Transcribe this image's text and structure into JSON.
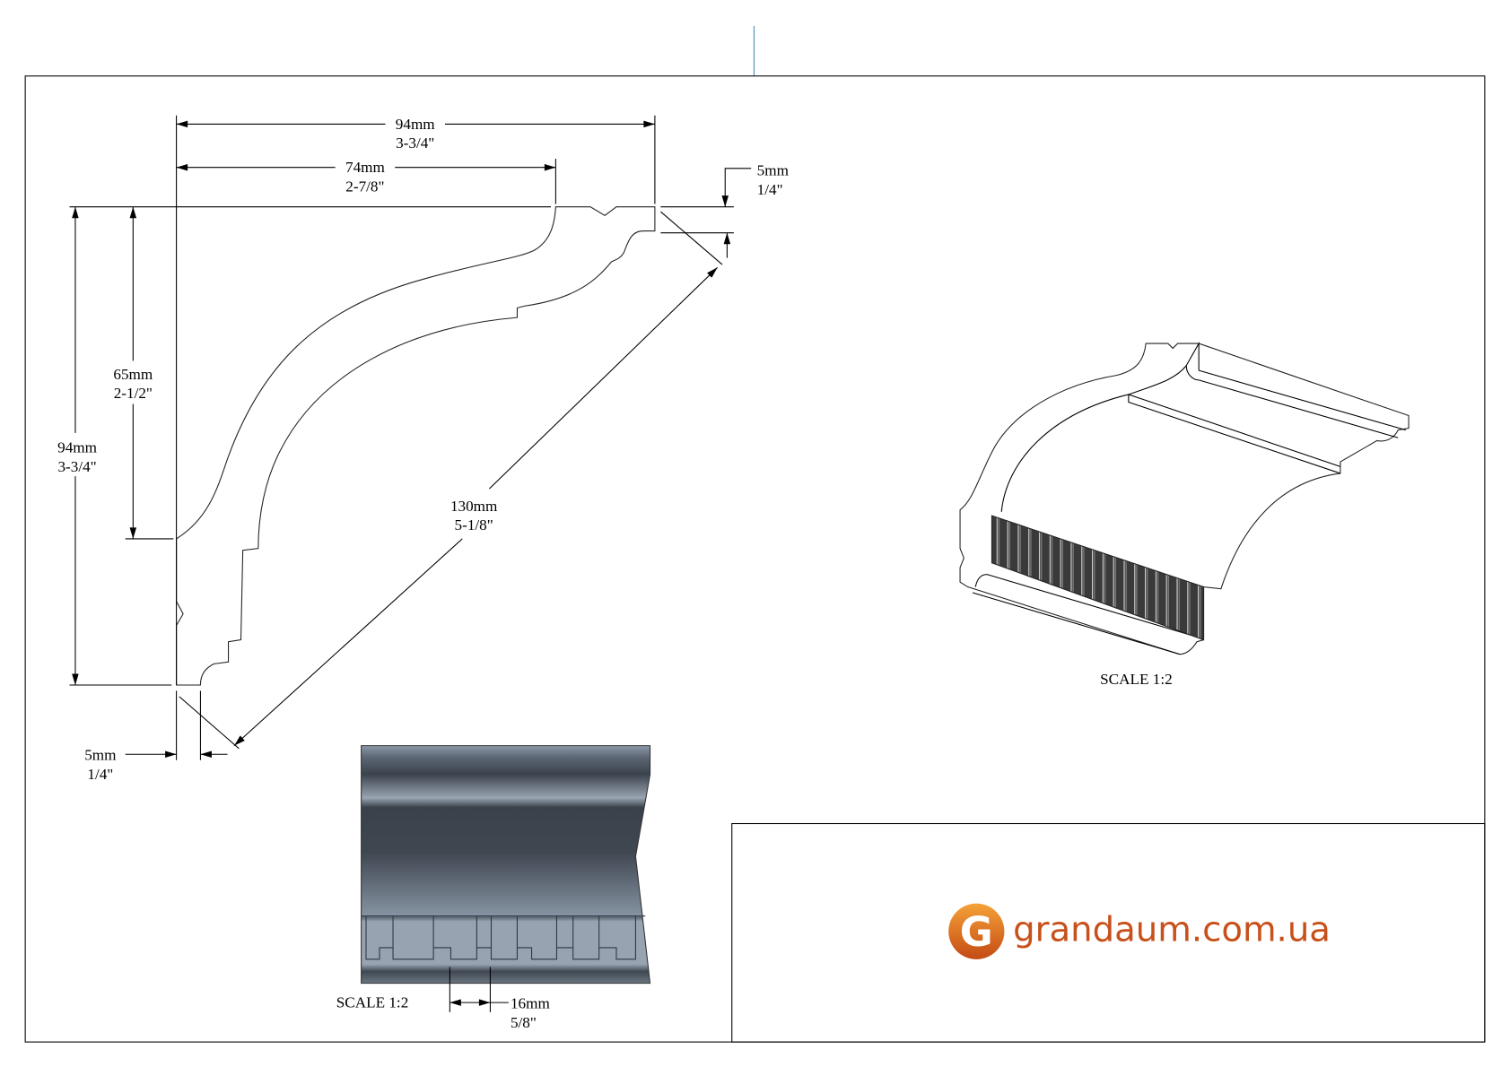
{
  "dimensions": {
    "total_width": {
      "mm": "94mm",
      "inch": "3-3/4\""
    },
    "top_width": {
      "mm": "74mm",
      "inch": "2-7/8\""
    },
    "top_thickness": {
      "mm": "5mm",
      "inch": "1/4\""
    },
    "total_height": {
      "mm": "94mm",
      "inch": "3-3/4\""
    },
    "inner_height": {
      "mm": "65mm",
      "inch": "2-1/2\""
    },
    "diagonal": {
      "mm": "130mm",
      "inch": "5-1/8\""
    },
    "bottom_thickness": {
      "mm": "5mm",
      "inch": "1/4\""
    },
    "dentil_spacing": {
      "mm": "16mm",
      "inch": "5/8\""
    }
  },
  "iso_view": {
    "scale_label": "SCALE  1:2"
  },
  "front_view": {
    "scale_label": "SCALE  1:2"
  },
  "title_block": {
    "logo_letter": "G",
    "website": "grandaum.com.ua"
  },
  "colors": {
    "accent": "#e0701e",
    "logo_text": "#c8501a",
    "frame_marker": "#4a8ab0"
  }
}
